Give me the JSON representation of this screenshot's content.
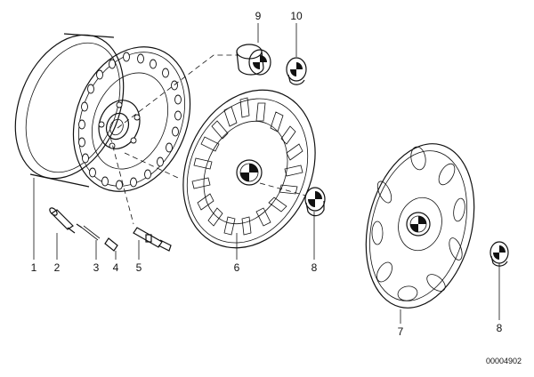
{
  "callouts": [
    {
      "id": "1",
      "text": "1"
    },
    {
      "id": "2",
      "text": "2"
    },
    {
      "id": "3",
      "text": "3"
    },
    {
      "id": "4",
      "text": "4"
    },
    {
      "id": "5",
      "text": "5"
    },
    {
      "id": "6",
      "text": "6"
    },
    {
      "id": "8a",
      "text": "8"
    },
    {
      "id": "9",
      "text": "9"
    },
    {
      "id": "10",
      "text": "10"
    },
    {
      "id": "7",
      "text": "7"
    },
    {
      "id": "8b",
      "text": "8"
    }
  ],
  "reference_number": "00004902"
}
